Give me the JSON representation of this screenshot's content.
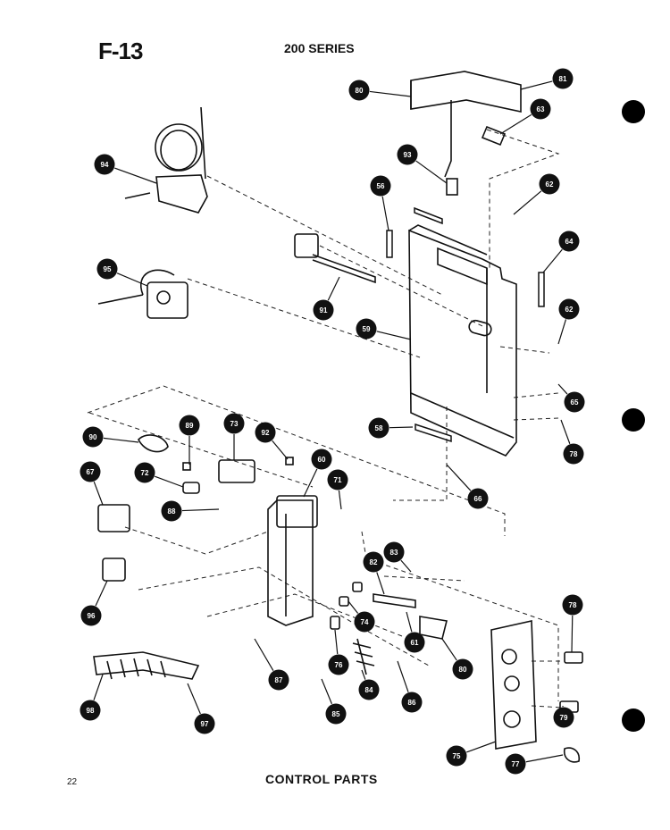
{
  "header": {
    "figure_id": "F-13",
    "series": "200 SERIES"
  },
  "footer": {
    "page_number": "22",
    "caption": "CONTROL PARTS"
  },
  "callouts": [
    "80",
    "81",
    "63",
    "94",
    "93",
    "56",
    "62",
    "64",
    "95",
    "91",
    "59",
    "62",
    "65",
    "58",
    "78",
    "66",
    "90",
    "89",
    "73",
    "92",
    "60",
    "67",
    "72",
    "88",
    "71",
    "83",
    "82",
    "96",
    "74",
    "61",
    "78",
    "76",
    "87",
    "84",
    "80",
    "85",
    "86",
    "79",
    "98",
    "97",
    "75",
    "77"
  ],
  "ink_color": "#111111"
}
